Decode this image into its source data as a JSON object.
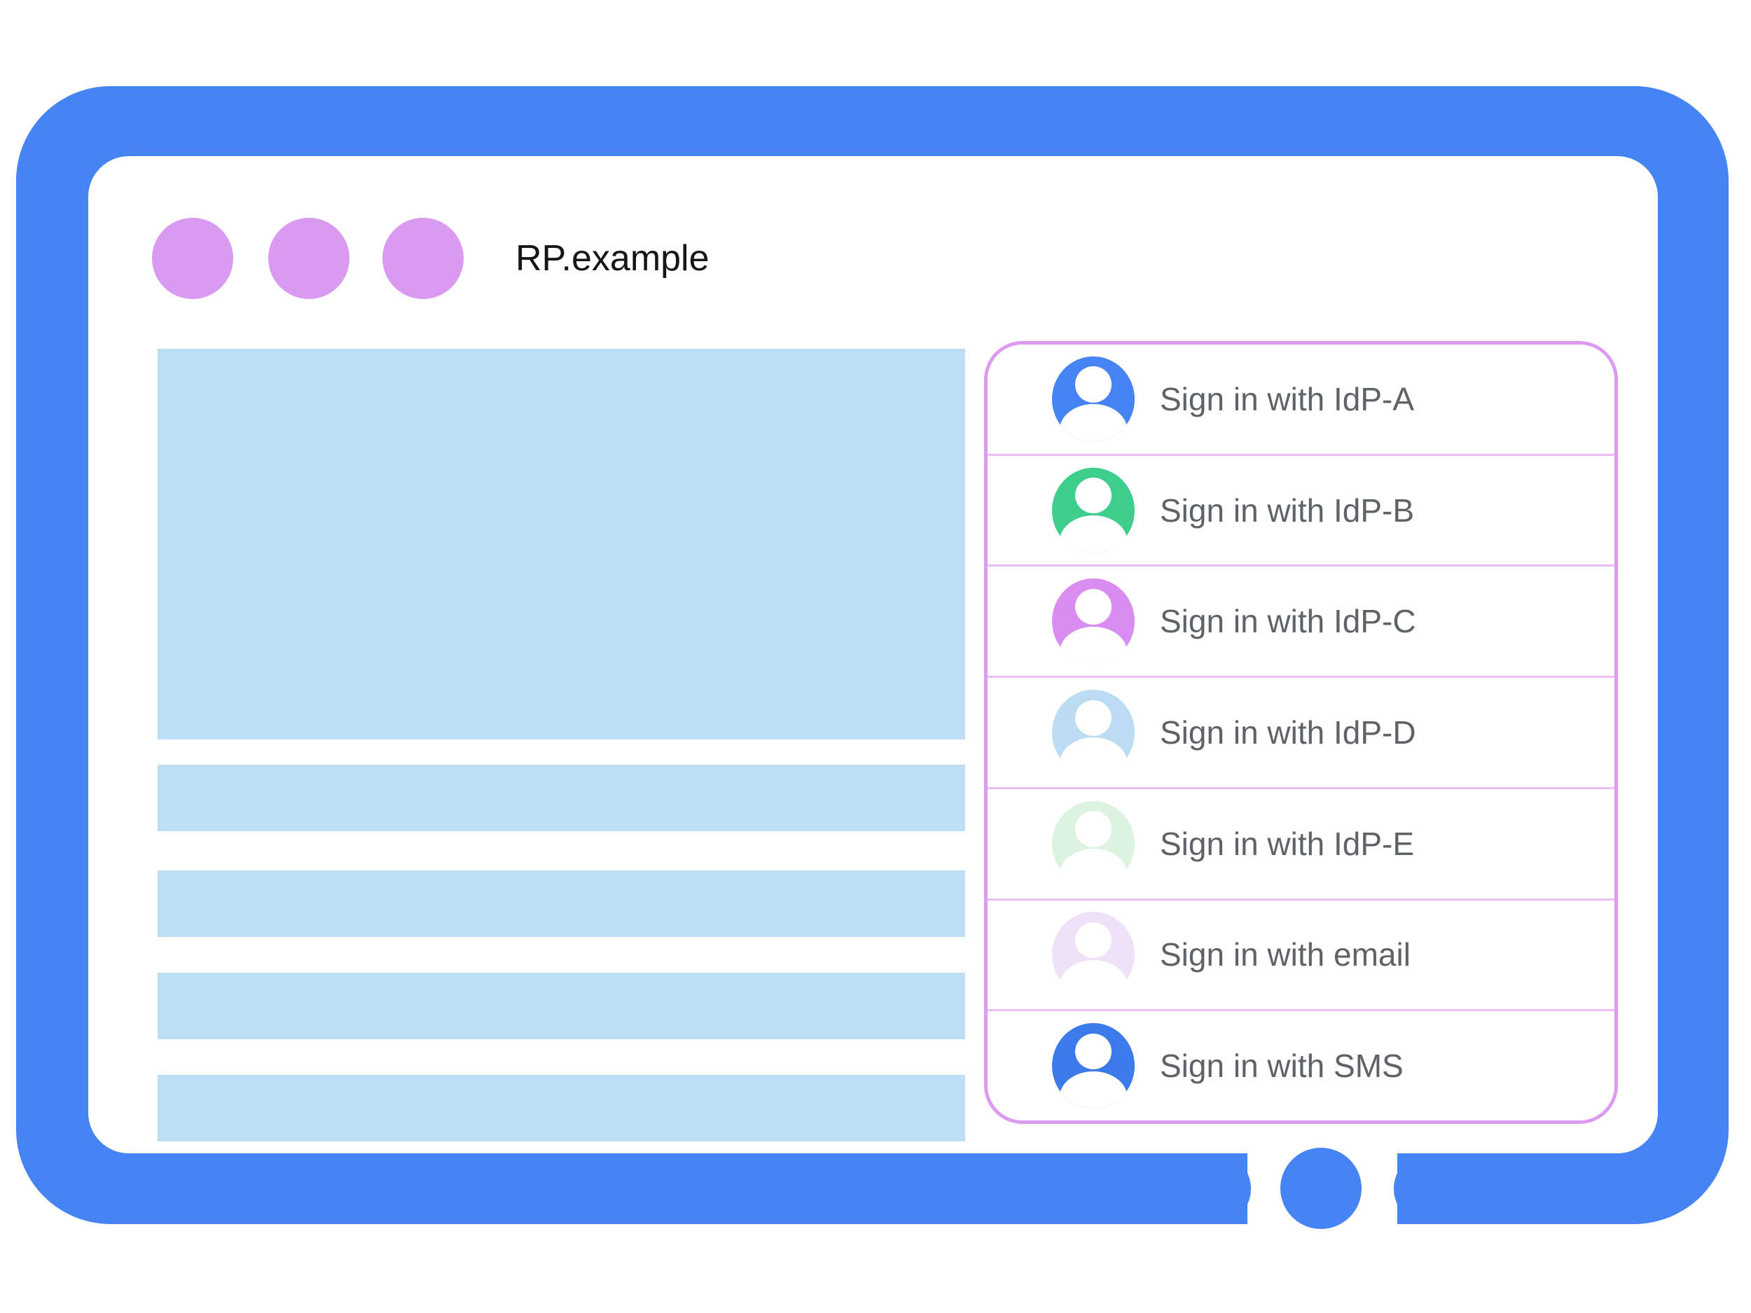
{
  "window": {
    "title": "RP.example",
    "traffic_light_dots": 3
  },
  "palette": {
    "frame-blue": "#4584F2",
    "dot-purple": "#D99AF1",
    "content-blue": "#BCDFF5",
    "panel-border": "#DC9BF0",
    "panel-divider": "#ECBCF5",
    "label-gray": "#5F6368",
    "title-black": "#161616"
  },
  "signin_panel": {
    "items": [
      {
        "label": "Sign in with IdP-A",
        "avatar_color": "#4584F2"
      },
      {
        "label": "Sign in with IdP-B",
        "avatar_color": "#3DCE8D"
      },
      {
        "label": "Sign in with IdP-C",
        "avatar_color": "#D98DF1"
      },
      {
        "label": "Sign in with IdP-D",
        "avatar_color": "#BBDCF3"
      },
      {
        "label": "Sign in with IdP-E",
        "avatar_color": "#DCF3E0"
      },
      {
        "label": "Sign in with email",
        "avatar_color": "#EFE2F8"
      },
      {
        "label": "Sign in with SMS",
        "avatar_color": "#3B7AE9"
      }
    ]
  }
}
